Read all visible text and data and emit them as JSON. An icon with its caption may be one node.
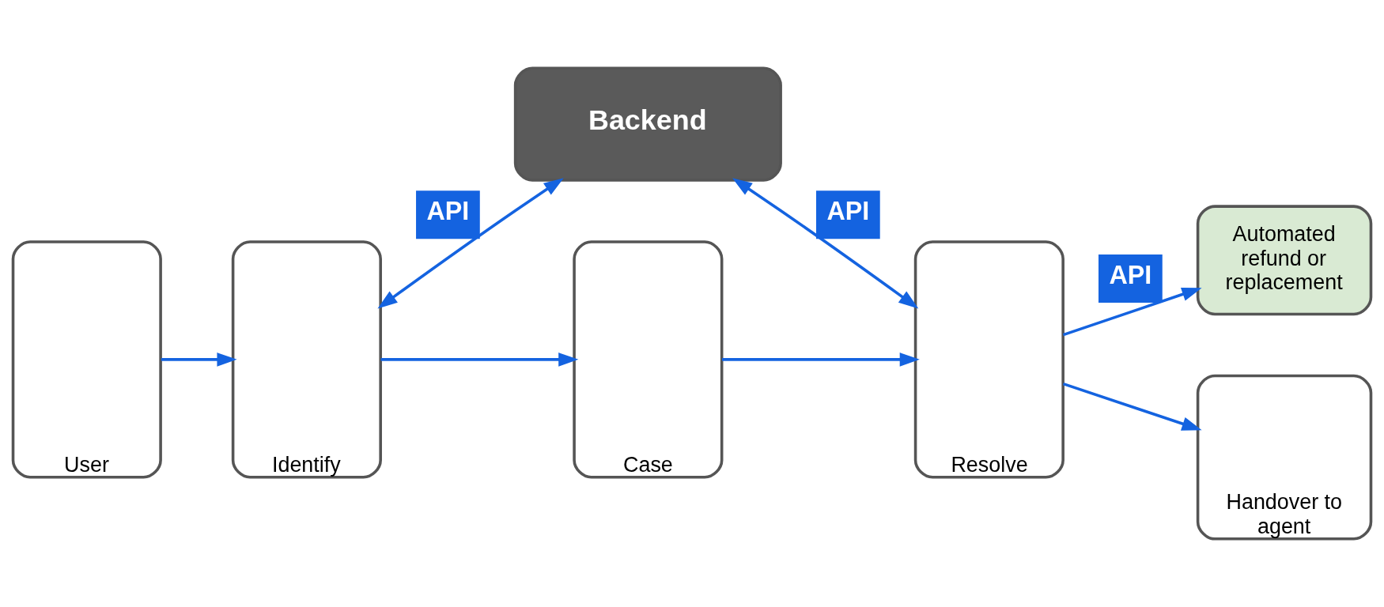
{
  "diagram": {
    "nodes": [
      {
        "text": [
          "Backend"
        ]
      },
      {
        "text": [
          "User"
        ]
      },
      {
        "text": [
          "Identify"
        ]
      },
      {
        "text": [
          "Case"
        ]
      },
      {
        "text": [
          "Resolve"
        ]
      },
      {
        "text": [
          "Automated refund or replacement"
        ]
      },
      {
        "text": [
          "Handover to agent"
        ]
      }
    ],
    "edges": [
      {
        "from": 2,
        "to": 0,
        "arrow": "both",
        "label": "API"
      },
      {
        "from": 0,
        "to": 4,
        "arrow": "both",
        "label": "API"
      },
      {
        "from": 1,
        "to": 2,
        "arrow": "to"
      },
      {
        "from": 2,
        "to": 3,
        "arrow": "to"
      },
      {
        "from": 3,
        "to": 4,
        "arrow": "to"
      },
      {
        "from": 4,
        "to": 5,
        "arrow": "to",
        "label": "API"
      },
      {
        "from": 4,
        "to": 6,
        "arrow": "to"
      }
    ]
  }
}
